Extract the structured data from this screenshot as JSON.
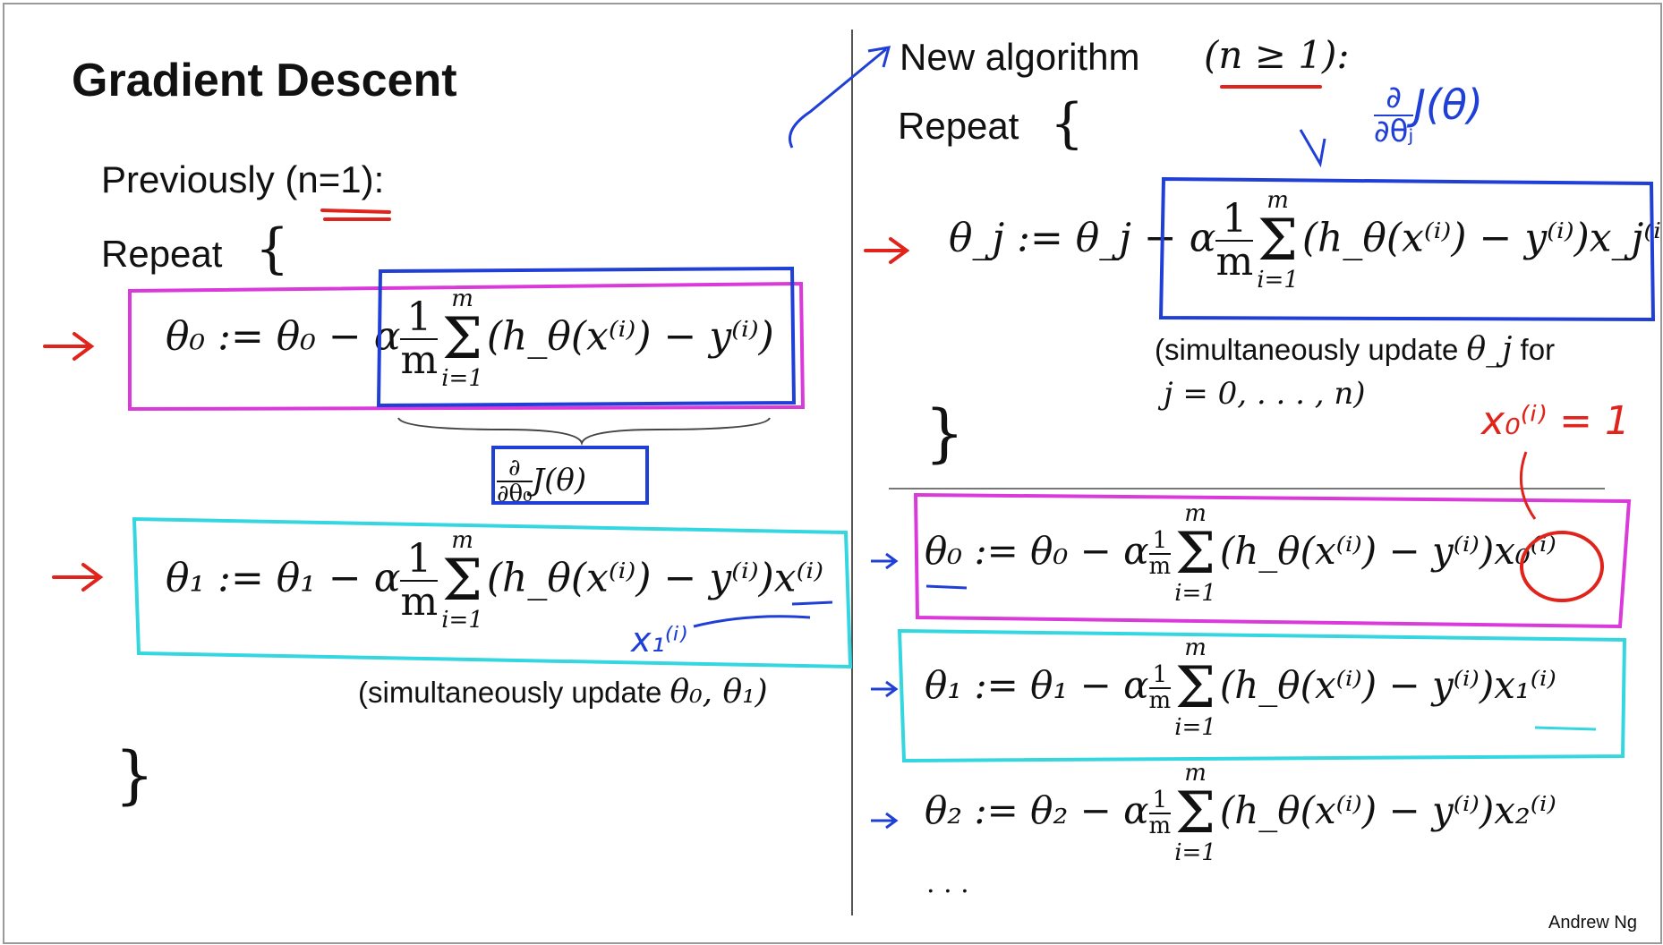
{
  "slide": {
    "title": "Gradient Descent",
    "author": "Andrew Ng",
    "left": {
      "previously": "Previously (n=1):",
      "repeat": "Repeat",
      "open_brace": "{",
      "close_brace": "}",
      "eq0_lhs": "θ₀ := θ₀ − α",
      "eq0_body": "(h_θ(x⁽ⁱ⁾) − y⁽ⁱ⁾)",
      "underbrace_label": "J(θ)",
      "eq1_lhs": "θ₁ := θ₁ − α",
      "eq1_body": "(h_θ(x⁽ⁱ⁾) − y⁽ⁱ⁾)x⁽ⁱ⁾",
      "simul": "(simultaneously update ",
      "simul_math": "θ₀, θ₁)"
    },
    "right": {
      "new_algo": "New algorithm",
      "new_algo_cond": "(n ≥ 1):",
      "repeat": "Repeat",
      "open_brace": "{",
      "close_brace": "}",
      "eqj_lhs": "θ_j := θ_j − α",
      "eqj_body": "(h_θ(x⁽ⁱ⁾) − y⁽ⁱ⁾)x_j⁽ⁱ⁾",
      "simul_line1": "(simultaneously update ",
      "simul_theta": "θ_j",
      "simul_for": " for",
      "simul_line2": "j = 0, . . . , n)",
      "eq0": "θ₀ := θ₀ − α",
      "eq0_body": "(h_θ(x⁽ⁱ⁾) − y⁽ⁱ⁾)x₀⁽ⁱ⁾",
      "eq1": "θ₁ := θ₁ − α",
      "eq1_body": "(h_θ(x⁽ⁱ⁾) − y⁽ⁱ⁾)x₁⁽ⁱ⁾",
      "eq2": "θ₂ := θ₂ − α",
      "eq2_body": "(h_θ(x⁽ⁱ⁾) − y⁽ⁱ⁾)x₂⁽ⁱ⁾",
      "ellipsis": ". . ."
    },
    "math": {
      "one": "1",
      "m": "m",
      "sum_top": "m",
      "sum_bottom": "i=1",
      "sigma": "Σ",
      "partial_num": "∂",
      "partial_den": "∂θ₀"
    },
    "handwriting": {
      "derivative_num": "∂",
      "derivative_den": "∂θⱼ",
      "derivative_J": "J(θ)",
      "x1_note": "x₁⁽ⁱ⁾",
      "x0_note": "x₀⁽ⁱ⁾ = 1"
    },
    "colors": {
      "red_ink": "#e0241b",
      "blue_ink": "#1f3fd6",
      "magenta_ink": "#d93ad9",
      "cyan_ink": "#34d6e0",
      "divider": "#555555"
    }
  }
}
